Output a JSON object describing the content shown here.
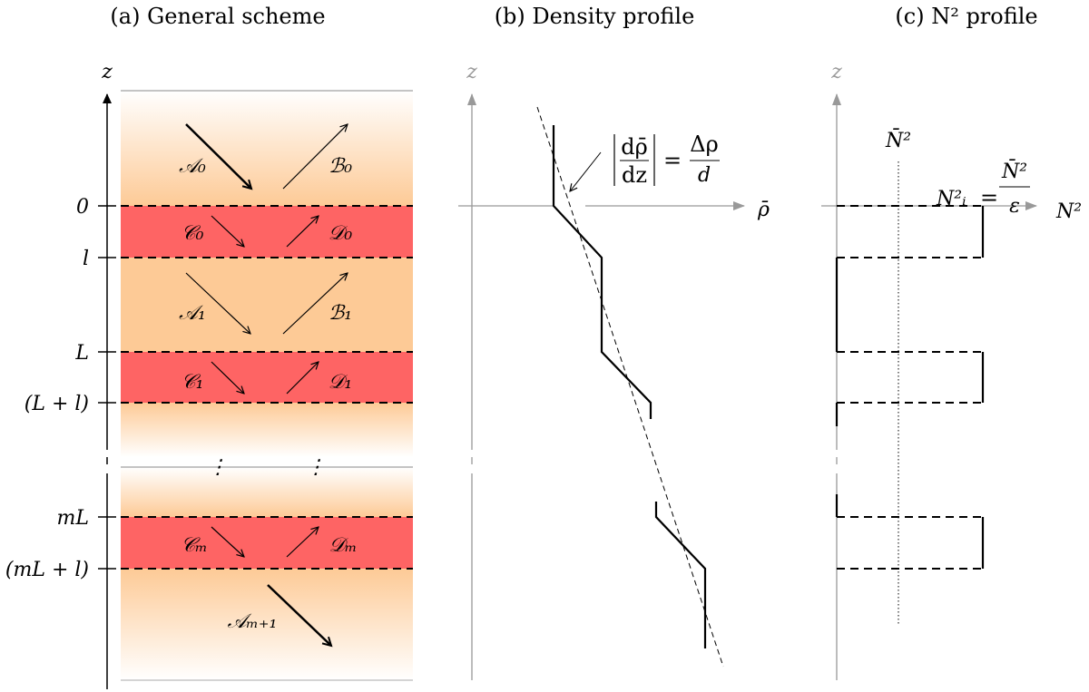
{
  "panels": {
    "a": {
      "title": "(a) General scheme",
      "axis_label": "z",
      "ticks": [
        "0",
        "l",
        "L",
        "(L + l)",
        "mL",
        "(mL + l)"
      ],
      "waves": [
        "𝒜₀",
        "ℬ₀",
        "𝒞₀",
        "𝒟₀",
        "𝒜₁",
        "ℬ₁",
        "𝒞₁",
        "𝒟₁",
        "𝒞ₘ",
        "𝒟ₘ",
        "𝒜ₘ₊₁"
      ],
      "ellipsis": "⋮"
    },
    "b": {
      "title": "(b) Density profile",
      "z_label": "z",
      "x_label": "ρ̄",
      "annotation": {
        "lhs_num": "dρ̄",
        "lhs_den": "dz",
        "eq": "=",
        "rhs_num": "Δρ",
        "rhs_den": "d"
      }
    },
    "c": {
      "title": "(c) N² profile",
      "z_label": "z",
      "x_label": "N²",
      "mean_label": "N̄²",
      "annotation": {
        "lhs": "N²ᵢ",
        "eq": "=",
        "rhs_num": "N̄²",
        "rhs_den": "ε"
      }
    }
  },
  "colors": {
    "interface": "#fe6464",
    "layer": "#fdca96"
  }
}
